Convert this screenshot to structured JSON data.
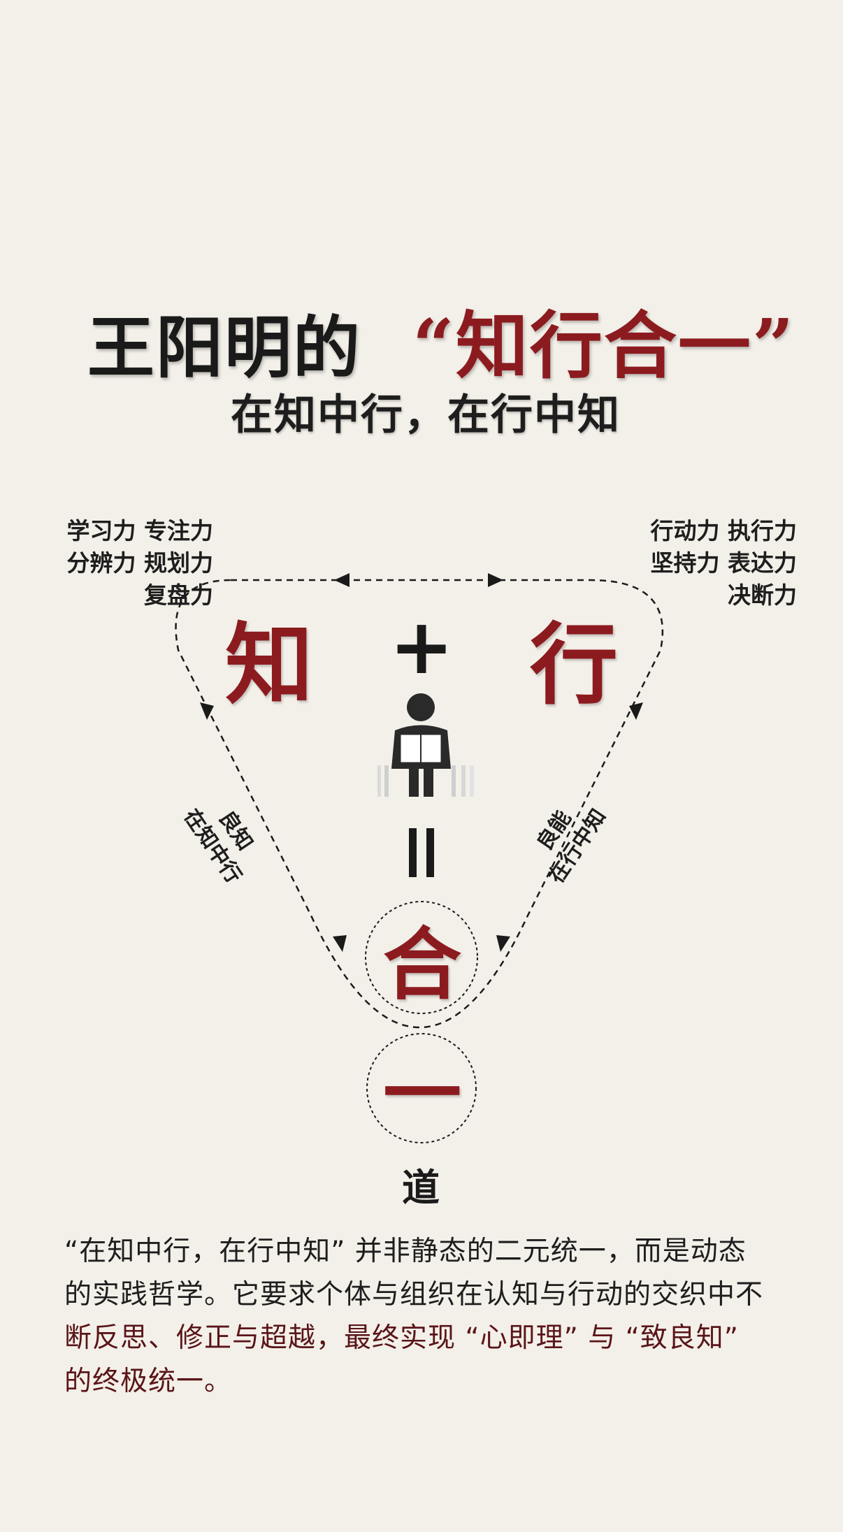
{
  "title": {
    "main": "王阳明的",
    "quoted": "“知行合一”",
    "subtitle": "在知中行，在行中知"
  },
  "skills": {
    "left": [
      "学习力 专注力",
      "分辨力 规划力",
      "复盘力"
    ],
    "right": [
      "行动力 执行力",
      "坚持力 表达力",
      "决断力"
    ]
  },
  "diagram": {
    "knowing": "知",
    "doing": "行",
    "plus": "+",
    "unity_he": "合",
    "unity_yi": "一",
    "dao": "道",
    "left_edge": [
      "良知",
      "在知中行"
    ],
    "right_edge": [
      "良能",
      "在行中知"
    ],
    "figure_icon": "reading-person-icon"
  },
  "paragraph": {
    "line1": "“在知中行，在行中知” 并非静态的二元统一，而是动态",
    "line2": "的实践哲学。它要求个体与组织在认知与行动的交织中不",
    "line3": "断反思、修正与超越，最终实现 “心即理” 与 “致良知”",
    "line4": "的终极统一。"
  },
  "colors": {
    "accent": "#8c1b1f",
    "text": "#1a1a1a",
    "background": "#f3f0e9"
  }
}
